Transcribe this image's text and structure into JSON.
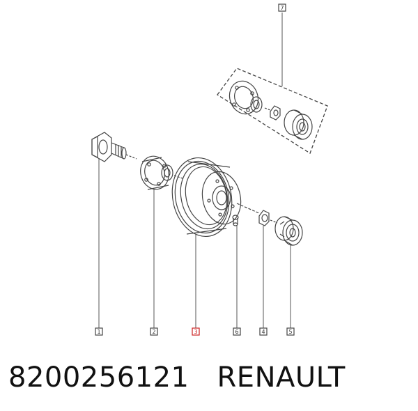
{
  "callouts": {
    "c1": "1",
    "c2": "2",
    "c3": "3",
    "c4": "4",
    "c5": "5",
    "c6": "6",
    "c7": "7"
  },
  "caption": {
    "part_number": "8200256121",
    "brand": "RENAULT"
  },
  "colors": {
    "line": "#444444",
    "highlight": "#cc2222"
  }
}
